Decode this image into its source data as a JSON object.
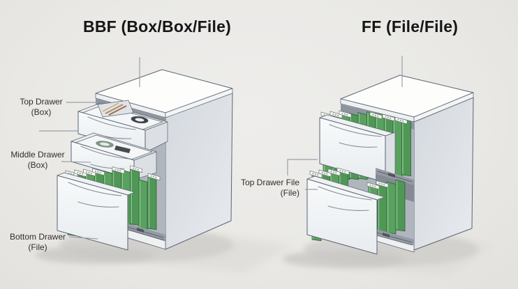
{
  "diagram": {
    "left": {
      "title": "BBF (Box/Box/File)",
      "labels": [
        {
          "line1": "Top Drawer",
          "line2": "(Box)"
        },
        {
          "line1": "Middle Drawer",
          "line2": "(Box)"
        },
        {
          "line1": "Bottom Drawer",
          "line2": "(File)"
        }
      ]
    },
    "right": {
      "title": "FF (File/File)",
      "labels": [
        {
          "line1": "Top Drawer File",
          "line2": "(File)"
        }
      ]
    }
  },
  "colors": {
    "background": "#ebeae7",
    "title_color": "#161616",
    "label_color": "#2e2e2e",
    "leader_line": "#9aa0a6",
    "outline": "#5a6470",
    "cabinet_white": "#fcfcfb",
    "cabinet_side": "#dde1e7",
    "folder_green": "#58a15e",
    "folder_green_alt": "#4f9755",
    "folder_green_dark": "#2e5f37",
    "folder_highlight": "#8cc290",
    "tab_white": "#fbfcfb"
  }
}
